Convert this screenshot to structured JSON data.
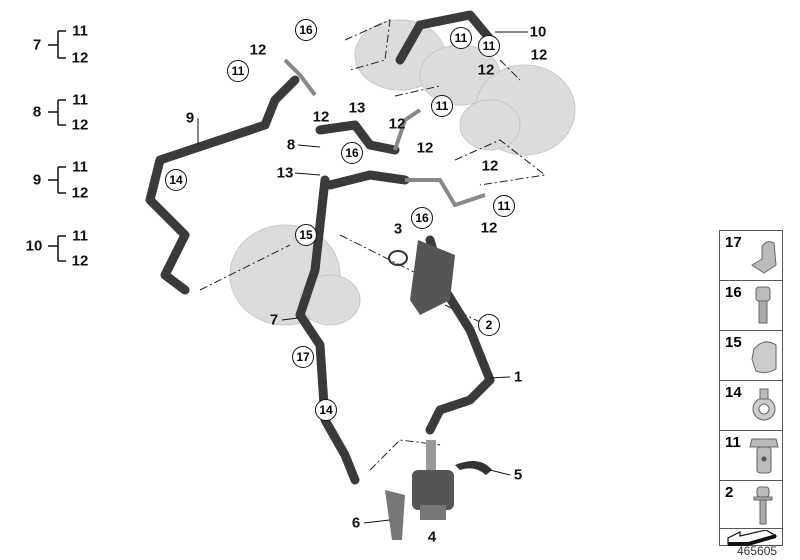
{
  "groups": [
    {
      "parent": "7",
      "children": [
        "11",
        "12"
      ]
    },
    {
      "parent": "8",
      "children": [
        "11",
        "12"
      ]
    },
    {
      "parent": "9",
      "children": [
        "11",
        "12"
      ]
    },
    {
      "parent": "10",
      "children": [
        "11",
        "12"
      ]
    }
  ],
  "plain_labels": [
    "10",
    "12",
    "12",
    "12",
    "12",
    "13",
    "12",
    "12",
    "9",
    "8",
    "13",
    "12",
    "12",
    "3",
    "7",
    "1",
    "5",
    "6",
    "4"
  ],
  "circled_labels": [
    "16",
    "11",
    "11",
    "11",
    "11",
    "16",
    "14",
    "11",
    "16",
    "15",
    "2",
    "17",
    "14"
  ],
  "legend": [
    {
      "number": "17",
      "icon": "hose-clip-icon"
    },
    {
      "number": "16",
      "icon": "socket-screw-icon"
    },
    {
      "number": "15",
      "icon": "clamp-icon"
    },
    {
      "number": "14",
      "icon": "hose-clamp-icon"
    },
    {
      "number": "11",
      "icon": "banjo-bolt-icon"
    },
    {
      "number": "2",
      "icon": "flange-screw-icon"
    },
    {
      "number": "",
      "icon": "direction-arrow-icon"
    }
  ],
  "reference_number": "465605",
  "colors": {
    "hose": "#3a3a3a",
    "ghost_part": "#d8d8d8",
    "line": "#111111"
  }
}
